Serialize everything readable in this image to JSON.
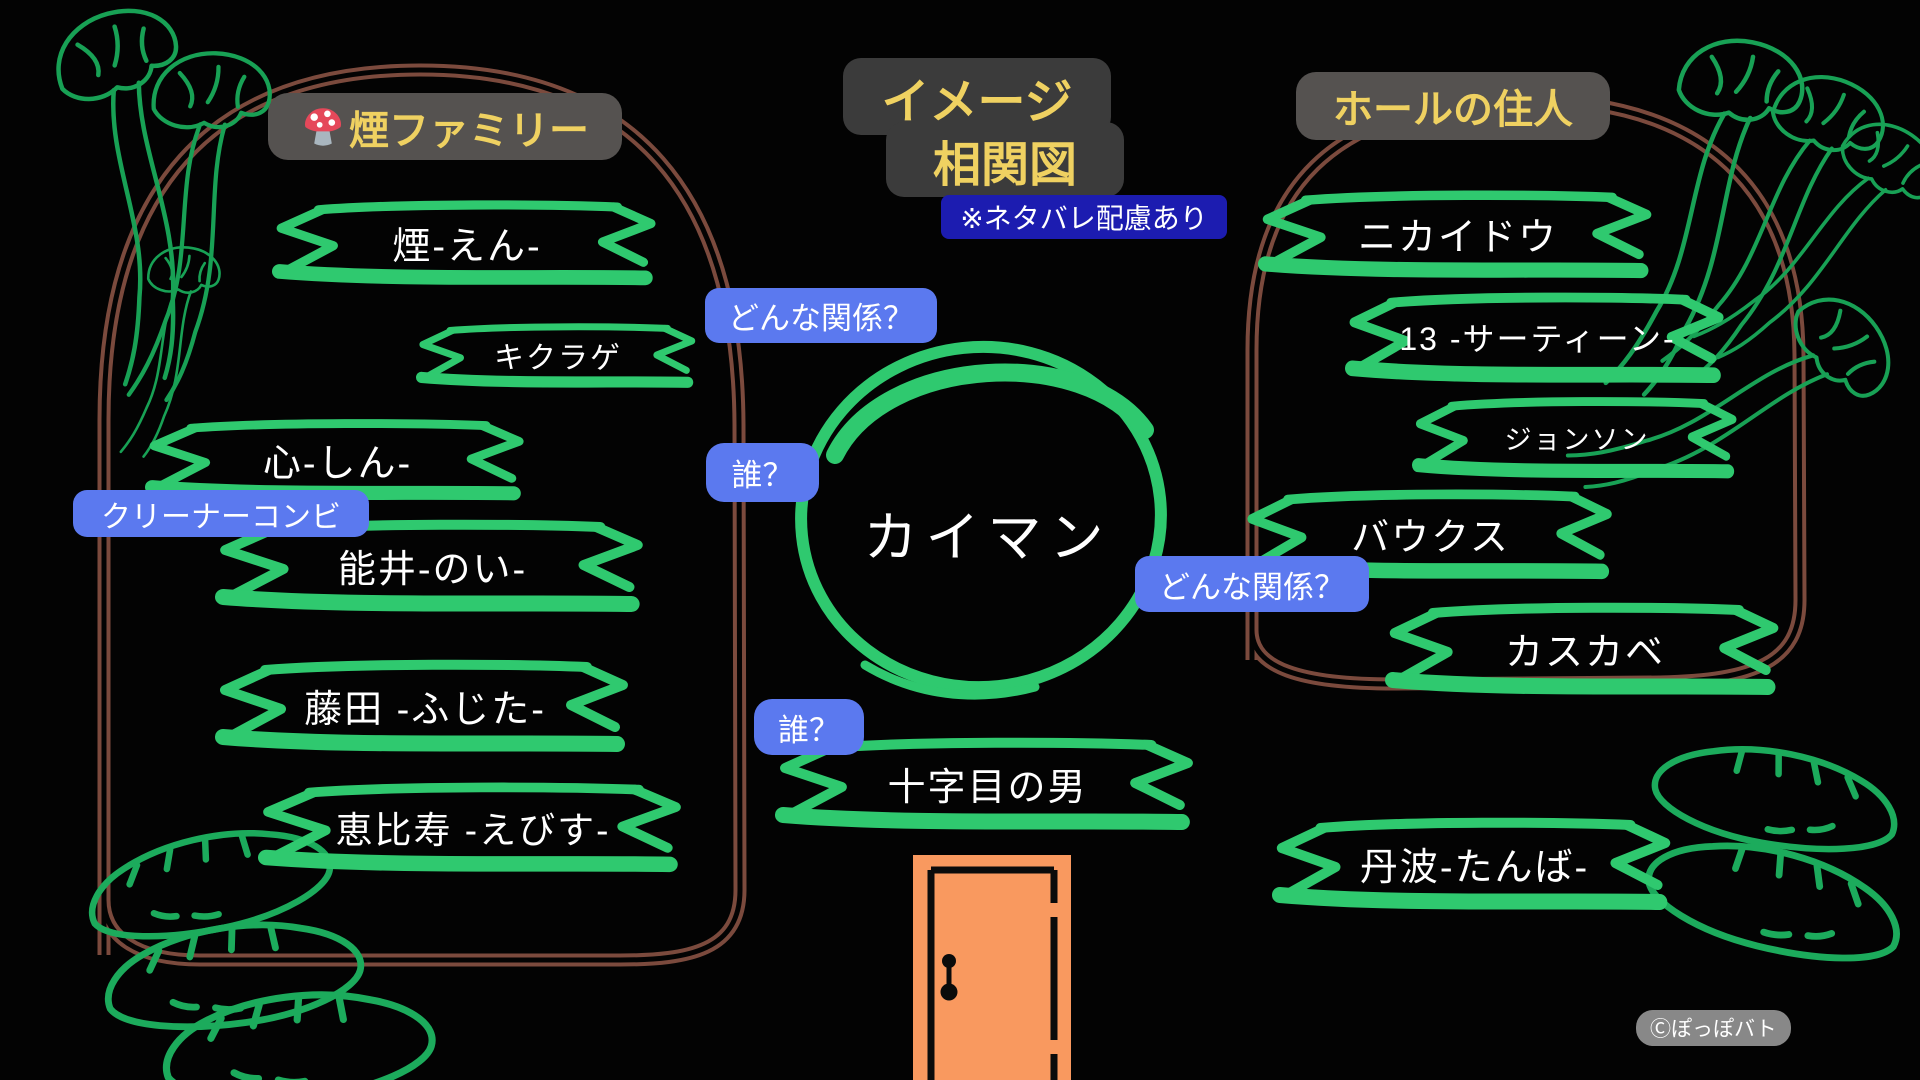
{
  "title": {
    "line1": "イメージ",
    "line2": "相関図",
    "spoiler_note": "※ネタバレ配慮あり"
  },
  "groups": {
    "smoke_family": {
      "header": "煙ファミリー",
      "members": [
        "煙-えん-",
        "キクラゲ",
        "心-しん-",
        "能井-のい-",
        "藤田 -ふじた-",
        "恵比寿 -えびす-"
      ]
    },
    "hole_residents": {
      "header": "ホールの住人",
      "members": [
        "ニカイドウ",
        "13 -サーティーン-",
        "ジョンソン",
        "バウクス",
        "カスカベ",
        "丹波-たんば-"
      ]
    }
  },
  "center": {
    "main_character": "カイマン",
    "mystery_character": "十字目の男"
  },
  "labels": {
    "relation_left": "どんな関係？",
    "who_upper": "誰？",
    "cleaner_combo": "クリーナーコンビ",
    "relation_right": "どんな関係？",
    "who_lower": "誰？"
  },
  "credit": "Ⓒぽっぽバト",
  "icons": {
    "header_icon": "mushroom-icon",
    "bottom_center": "door-icon",
    "decorations": [
      "mushroom-icon",
      "gyoza-icon"
    ]
  },
  "colors": {
    "banner_green": "#2fc96f",
    "decoration_green": "#18a155",
    "arch_brown": "#7b4a3d",
    "label_blue": "#5b79ef",
    "note_blue": "#1c1cb0",
    "accent_yellow": "#efd161",
    "header_gray": "#555250",
    "title_gray": "#3b3b3b",
    "door_orange": "#f9995f"
  }
}
